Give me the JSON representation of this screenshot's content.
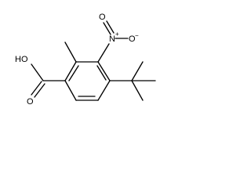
{
  "molecule": {
    "labels": {
      "hydroxyl": "HO",
      "carbonyl_oxygen": "O",
      "nitro_nitrogen": "N",
      "nitro_nitrogen_charge": "+",
      "nitro_oxygen_double": "O",
      "nitro_oxygen_single": "O",
      "nitro_oxygen_charge": "−"
    }
  }
}
